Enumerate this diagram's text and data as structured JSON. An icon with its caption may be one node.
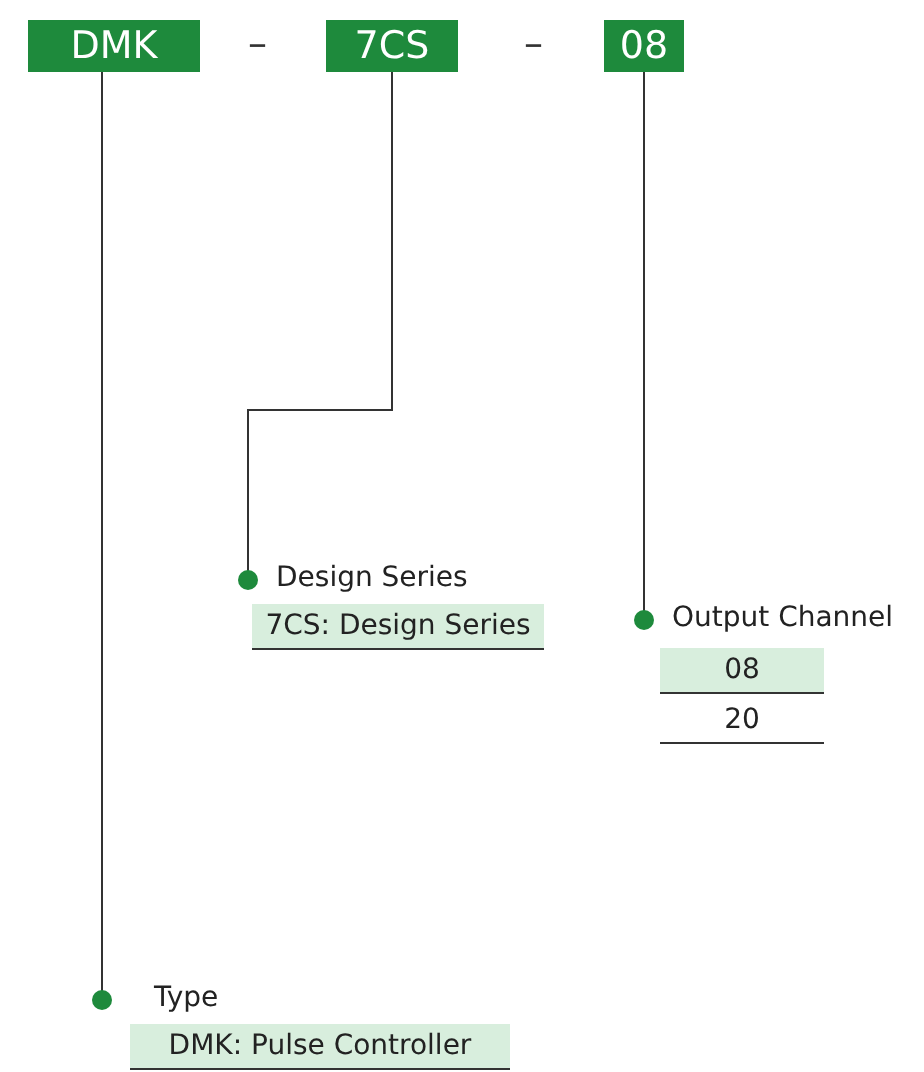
{
  "diagram": {
    "nodes": [
      {
        "text": [
          "DMK"
        ]
      },
      {
        "text": [
          "7CS"
        ]
      },
      {
        "text": [
          "08"
        ]
      },
      {
        "text": [
          "Design Series",
          "7CS: Design Series"
        ]
      },
      {
        "text": [
          "Output Channel",
          "08",
          "20"
        ]
      },
      {
        "text": [
          "Type",
          "DMK: Pulse Controller"
        ]
      }
    ],
    "edges": [
      {
        "from": 1,
        "to": 3,
        "arrow": "other"
      },
      {
        "from": 2,
        "to": 4,
        "arrow": "other"
      },
      {
        "from": 0,
        "to": 5,
        "arrow": "other"
      }
    ],
    "labels": [
      "–",
      "–"
    ]
  }
}
